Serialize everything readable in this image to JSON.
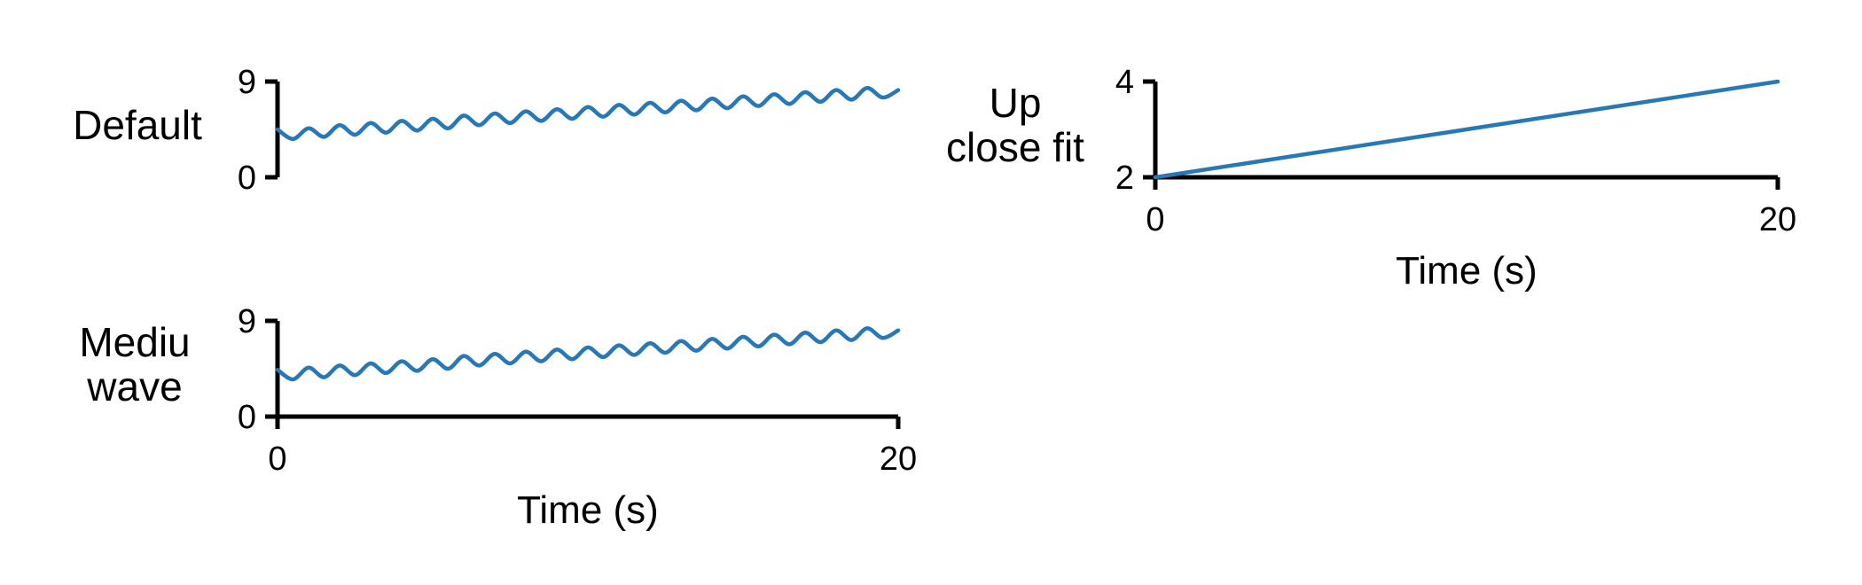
{
  "chart_data": [
    {
      "type": "line",
      "ylabel": "Default",
      "xlabel": "",
      "xlim": [
        0,
        20
      ],
      "ylim": [
        0,
        9
      ],
      "xticks": [],
      "yticks": [
        "0",
        "9"
      ],
      "x_axis_visible": false,
      "grid": false,
      "series": [
        {
          "color": "#2878b5",
          "x": [
            0,
            0.5,
            1,
            1.5,
            2,
            2.5,
            3,
            3.5,
            4,
            4.5,
            5,
            5.5,
            6,
            6.5,
            7,
            7.5,
            8,
            8.5,
            9,
            9.5,
            10,
            10.5,
            11,
            11.5,
            12,
            12.5,
            13,
            13.5,
            14,
            14.5,
            15,
            15.5,
            16,
            16.5,
            17,
            17.5,
            18,
            18.5,
            19,
            19.5,
            20
          ],
          "y": [
            4.5,
            3.6,
            4.6,
            3.8,
            4.9,
            4.0,
            5.1,
            4.2,
            5.3,
            4.4,
            5.5,
            4.6,
            5.8,
            4.9,
            6.0,
            5.1,
            6.2,
            5.3,
            6.4,
            5.5,
            6.6,
            5.7,
            6.8,
            5.9,
            7.0,
            6.1,
            7.2,
            6.3,
            7.4,
            6.5,
            7.6,
            6.7,
            7.8,
            6.9,
            8.0,
            7.1,
            8.2,
            7.3,
            8.4,
            7.5,
            8.2
          ]
        }
      ]
    },
    {
      "type": "line",
      "ylabel": "Mediu\nwave",
      "xlabel": "Time (s)",
      "xlim": [
        0,
        20
      ],
      "ylim": [
        0,
        9
      ],
      "xticks": [
        "0",
        "20"
      ],
      "yticks": [
        "0",
        "9"
      ],
      "x_axis_visible": true,
      "grid": false,
      "series": [
        {
          "color": "#2878b5",
          "x": [
            0,
            0.5,
            1,
            1.5,
            2,
            2.5,
            3,
            3.5,
            4,
            4.5,
            5,
            5.5,
            6,
            6.5,
            7,
            7.5,
            8,
            8.5,
            9,
            9.5,
            10,
            10.5,
            11,
            11.5,
            12,
            12.5,
            13,
            13.5,
            14,
            14.5,
            15,
            15.5,
            16,
            16.5,
            17,
            17.5,
            18,
            18.5,
            19,
            19.5,
            20
          ],
          "y": [
            4.4,
            3.5,
            4.6,
            3.7,
            4.8,
            3.9,
            5.0,
            4.1,
            5.2,
            4.3,
            5.4,
            4.5,
            5.7,
            4.8,
            5.9,
            5.0,
            6.1,
            5.2,
            6.3,
            5.4,
            6.5,
            5.6,
            6.7,
            5.8,
            6.9,
            6.0,
            7.1,
            6.2,
            7.3,
            6.4,
            7.5,
            6.6,
            7.7,
            6.8,
            7.9,
            7.0,
            8.1,
            7.2,
            8.3,
            7.4,
            8.1
          ]
        }
      ]
    },
    {
      "type": "line",
      "ylabel": "Up\nclose fit",
      "xlabel": "Time (s)",
      "xlim": [
        0,
        20
      ],
      "ylim": [
        2,
        4
      ],
      "xticks": [
        "0",
        "20"
      ],
      "yticks": [
        "2",
        "4"
      ],
      "x_axis_visible": true,
      "grid": false,
      "series": [
        {
          "color": "#2878b5",
          "x": [
            0,
            20
          ],
          "y": [
            2,
            4
          ]
        }
      ]
    }
  ]
}
